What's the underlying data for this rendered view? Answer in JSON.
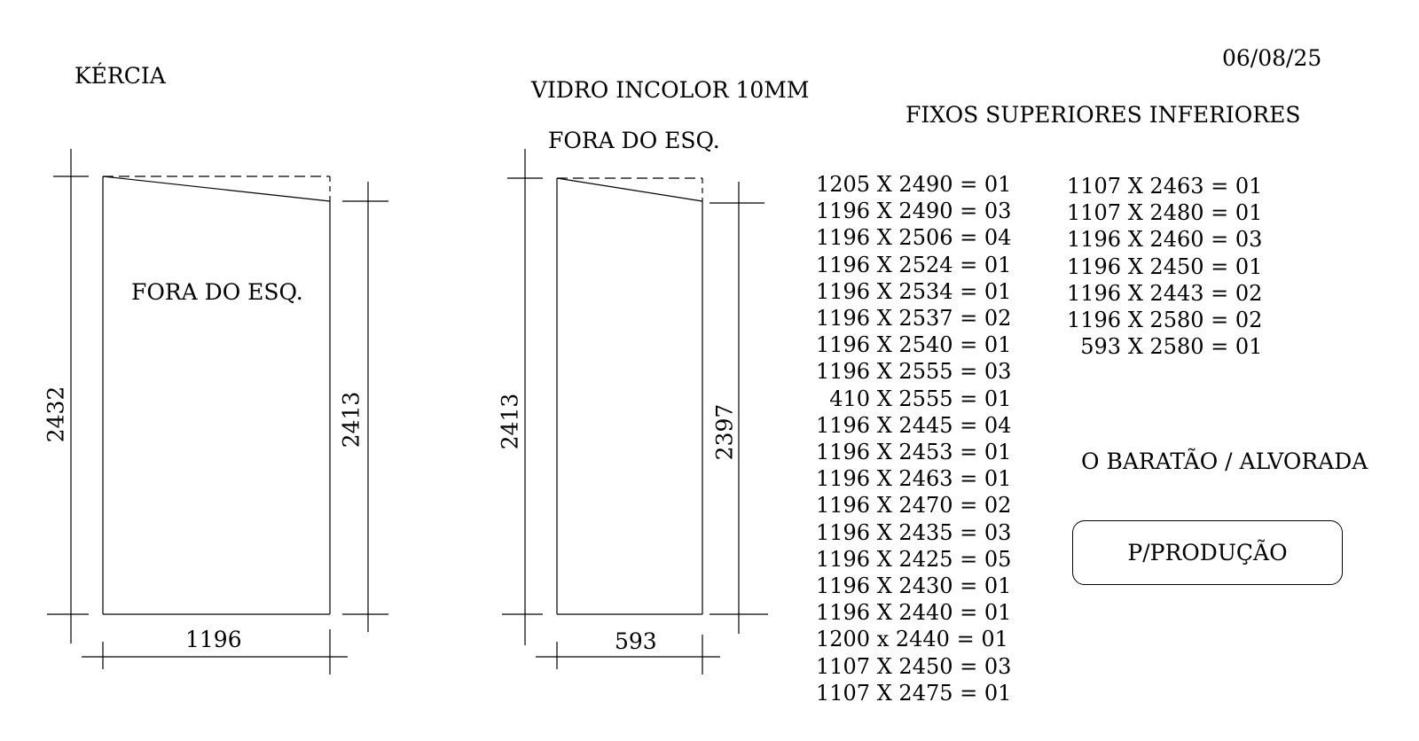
{
  "header": {
    "client": "KÉRCIA",
    "date": "06/08/25",
    "glass": "VIDRO INCOLOR 10MM",
    "note_top": "FORA DO ESQ.",
    "section": "FIXOS SUPERIORES INFERIORES"
  },
  "panel_a": {
    "inner_note": "FORA DO ESQ.",
    "height_left": "2432",
    "height_right": "2413",
    "width": "1196"
  },
  "panel_b": {
    "height_left": "2413",
    "height_right": "2397",
    "width": "593"
  },
  "list_left": [
    "1205 X 2490 = 01",
    "1196 X 2490 = 03",
    "1196 X 2506 = 04",
    "1196 X 2524 = 01",
    "1196 X 2534 = 01",
    "1196 X 2537 = 02",
    "1196 X 2540 = 01",
    "1196 X 2555 = 03",
    "  410 X 2555 = 01",
    "1196 X 2445 = 04",
    "1196 X 2453 = 01",
    "1196 X 2463 = 01",
    "1196 X 2470 = 02",
    "1196 X 2435 = 03",
    "1196 X 2425 = 05",
    "1196 X 2430 = 01",
    "1196 X 2440 = 01",
    "1200 x 2440 = 01",
    "1107 X 2450 = 03",
    "1107 X 2475 = 01"
  ],
  "list_right": [
    "1107 X 2463 = 01",
    "1107 X 2480 = 01",
    "1196 X 2460 = 03",
    "1196 X 2450 = 01",
    "1196 X 2443 = 02",
    "1196 X 2580 = 02",
    "  593 X 2580 = 01"
  ],
  "customer": "O BARATÃO / ALVORADA",
  "status": "P/PRODUÇÃO"
}
